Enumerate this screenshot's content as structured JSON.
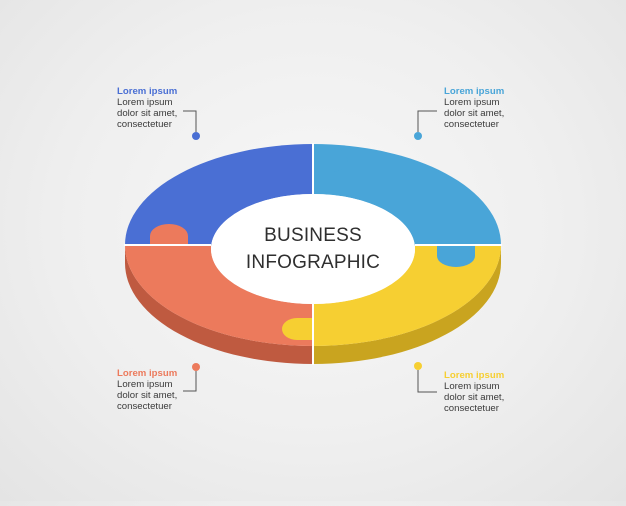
{
  "center": {
    "line1": "BUSINESS",
    "line2": "INFOGRAPHIC"
  },
  "segments": [
    {
      "position": "top-left",
      "color": "#4a6fd4",
      "side_color": "#3a58ad",
      "title": "Lorem ipsum",
      "lines": [
        "Lorem ipsum",
        "dolor sit amet,",
        "consectetuer"
      ]
    },
    {
      "position": "top-right",
      "color": "#49a5d8",
      "side_color": "#3a85b0",
      "title": "Lorem ipsum",
      "lines": [
        "Lorem ipsum",
        "dolor sit amet,",
        "consectetuer"
      ]
    },
    {
      "position": "bottom-left",
      "color": "#ec7a5c",
      "side_color": "#bf5a40",
      "title": "Lorem ipsum",
      "lines": [
        "Lorem ipsum",
        "dolor sit amet,",
        "consectetuer"
      ]
    },
    {
      "position": "bottom-right",
      "color": "#f6cf32",
      "side_color": "#c9a41f",
      "title": "Lorem ipsum",
      "lines": [
        "Lorem ipsum",
        "dolor sit amet,",
        "consectetuer"
      ]
    }
  ]
}
